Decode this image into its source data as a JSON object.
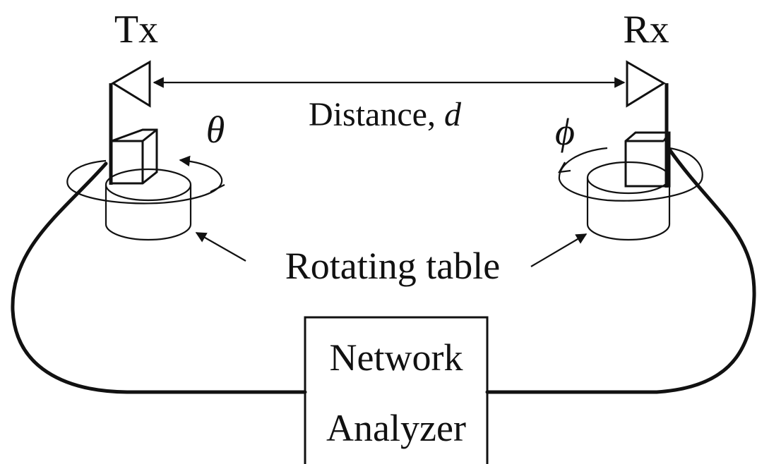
{
  "diagram": {
    "transmitter_label": "Tx",
    "receiver_label": "Rx",
    "distance_label": "Distance, ",
    "distance_symbol": "d",
    "tx_angle_symbol": "θ",
    "rx_angle_symbol": "ϕ",
    "rotating_table_label": "Rotating table",
    "analyzer_line1": "Network",
    "analyzer_line2": "Analyzer"
  },
  "colors": {
    "ink": "#111111",
    "background": "#ffffff"
  }
}
